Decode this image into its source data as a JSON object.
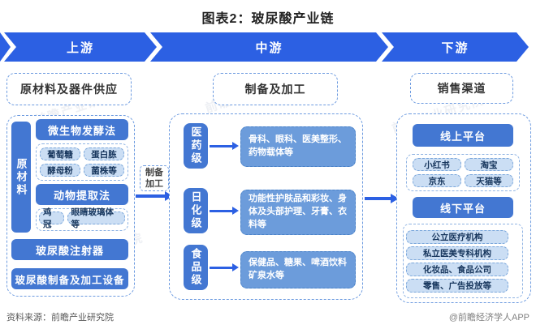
{
  "title": "图表2：玻尿酸产业链",
  "banner": {
    "upstream": "上游",
    "midstream": "中游",
    "downstream": "下游"
  },
  "upstream": {
    "header": "原材料及器件供应",
    "raw_material_label": "原材料",
    "fermentation": {
      "label": "微生物发酵法",
      "items": [
        "葡萄糖",
        "蛋白胨",
        "酵母粉",
        "菌株等"
      ]
    },
    "animal": {
      "label": "动物提取法",
      "items": [
        "鸡冠",
        "眼睛玻璃体等"
      ]
    },
    "injector": "玻尿酸注射器",
    "equipment": "玻尿酸制备及加工设备"
  },
  "connector": {
    "line1": "制备",
    "line2": "加工"
  },
  "midstream": {
    "header": "制备及加工",
    "grades": [
      {
        "grade": "医药级",
        "applications": "骨科、眼科、医美整形、药物载体等"
      },
      {
        "grade": "日化级",
        "applications": "功能性护肤品和彩妆、身体及头部护理、牙膏、衣料等"
      },
      {
        "grade": "食品级",
        "applications": "保健品、糖果、啤酒饮料矿泉水等"
      }
    ]
  },
  "downstream": {
    "header": "销售渠道",
    "online": {
      "label": "线上平台",
      "items": [
        "小红书",
        "淘宝",
        "京东",
        "天猫等"
      ]
    },
    "offline": {
      "label": "线下平台",
      "items": [
        "公立医疗机构",
        "私立医美专科机构",
        "化妆品、食品公司",
        "零售、广告投放等"
      ]
    }
  },
  "footer": {
    "source": "资料来源：前瞻产业研究院",
    "credit": "@前瞻经济学人APP"
  },
  "watermark": "前瞻产业研究院",
  "colors": {
    "banner_blue": "#2C60E3",
    "solid_box_blue": "#4377D2",
    "application_box_blue": "#6C9CDB",
    "chip_fill": "#CBDEF4",
    "chip_text": "#17365D",
    "dashed_border": "#6D9BE0"
  }
}
